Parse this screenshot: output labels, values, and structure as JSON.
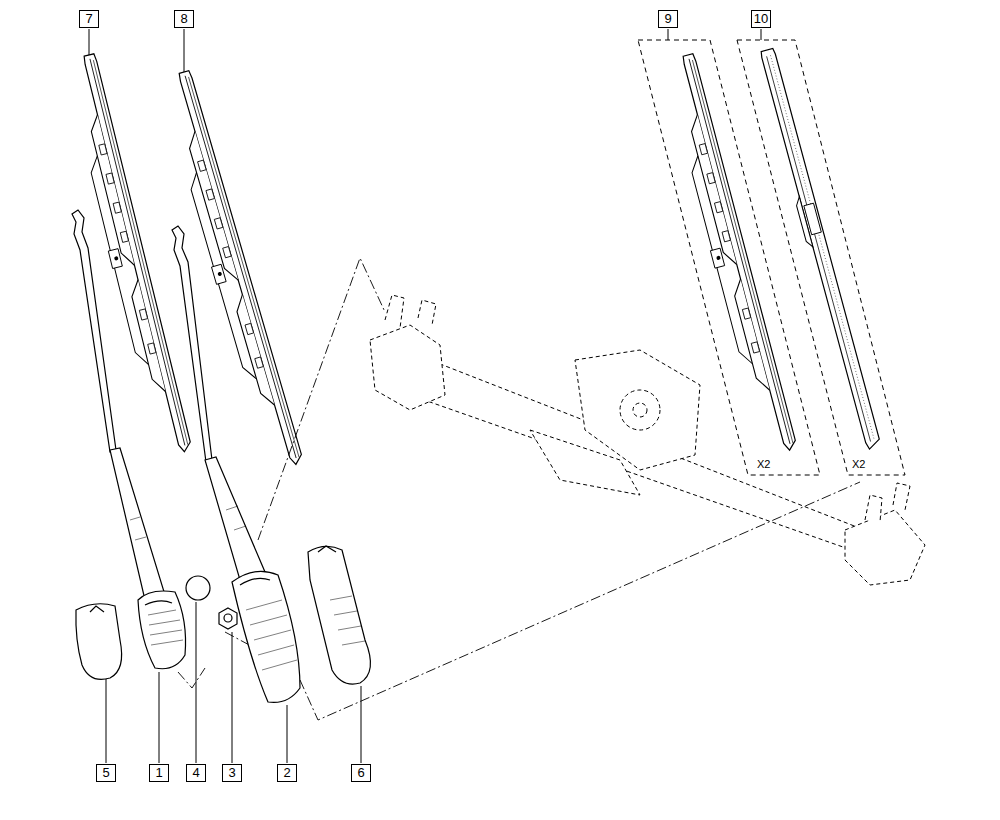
{
  "diagram": {
    "labels": [
      "7",
      "8",
      "9",
      "10",
      "5",
      "1",
      "4",
      "3",
      "2",
      "6",
      "X2",
      "X2"
    ]
  }
}
